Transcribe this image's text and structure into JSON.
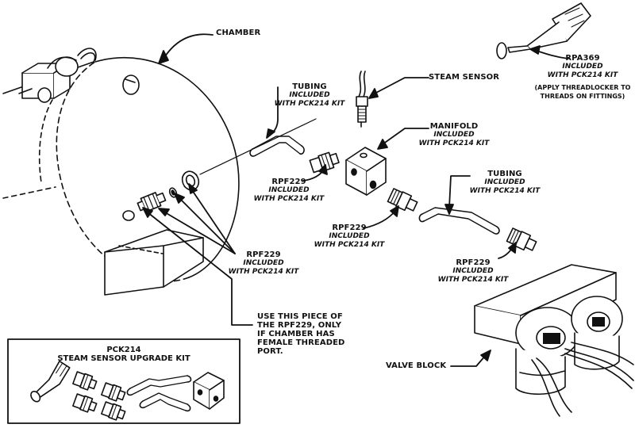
{
  "labels": {
    "chamber": "CHAMBER",
    "tubing_top": {
      "title": "TUBING",
      "line1": "INCLUDED",
      "line2": "WITH PCK214 KIT"
    },
    "steam_sensor": "STEAM SENSOR",
    "rpa369": {
      "title": "RPA369",
      "line1": "INCLUDED",
      "line2": "WITH PCK214 KIT",
      "note1": "(APPLY THREADLOCKER TO",
      "note2": "THREADS ON FITTINGS)"
    },
    "manifold": {
      "title": "MANIFOLD",
      "line1": "INCLUDED",
      "line2": "WITH PCK214 KIT"
    },
    "rpf229_a": {
      "title": "RPF229",
      "line1": "INCLUDED",
      "line2": "WITH PCK214 KIT"
    },
    "tubing_right": {
      "title": "TUBING",
      "line1": "INCLUDED",
      "line2": "WITH PCK214 KIT"
    },
    "rpf229_b": {
      "title": "RPF229",
      "line1": "INCLUDED",
      "line2": "WITH PCK214 KIT"
    },
    "rpf229_c": {
      "title": "RPF229",
      "line1": "INCLUDED",
      "line2": "WITH PCK214 KIT"
    },
    "rpf229_d": {
      "title": "RPF229",
      "line1": "INCLUDED",
      "line2": "WITH PCK214 KIT"
    },
    "use_piece": {
      "line1": "USE THIS PIECE OF",
      "line2": "THE RPF229, ONLY",
      "line3": "IF CHAMBER HAS",
      "line4": "FEMALE THREADED",
      "line5": "PORT."
    },
    "valve_block": "VALVE BLOCK"
  },
  "kit_box": {
    "title": "PCK214",
    "subtitle": "STEAM SENSOR UPGRADE KIT"
  }
}
